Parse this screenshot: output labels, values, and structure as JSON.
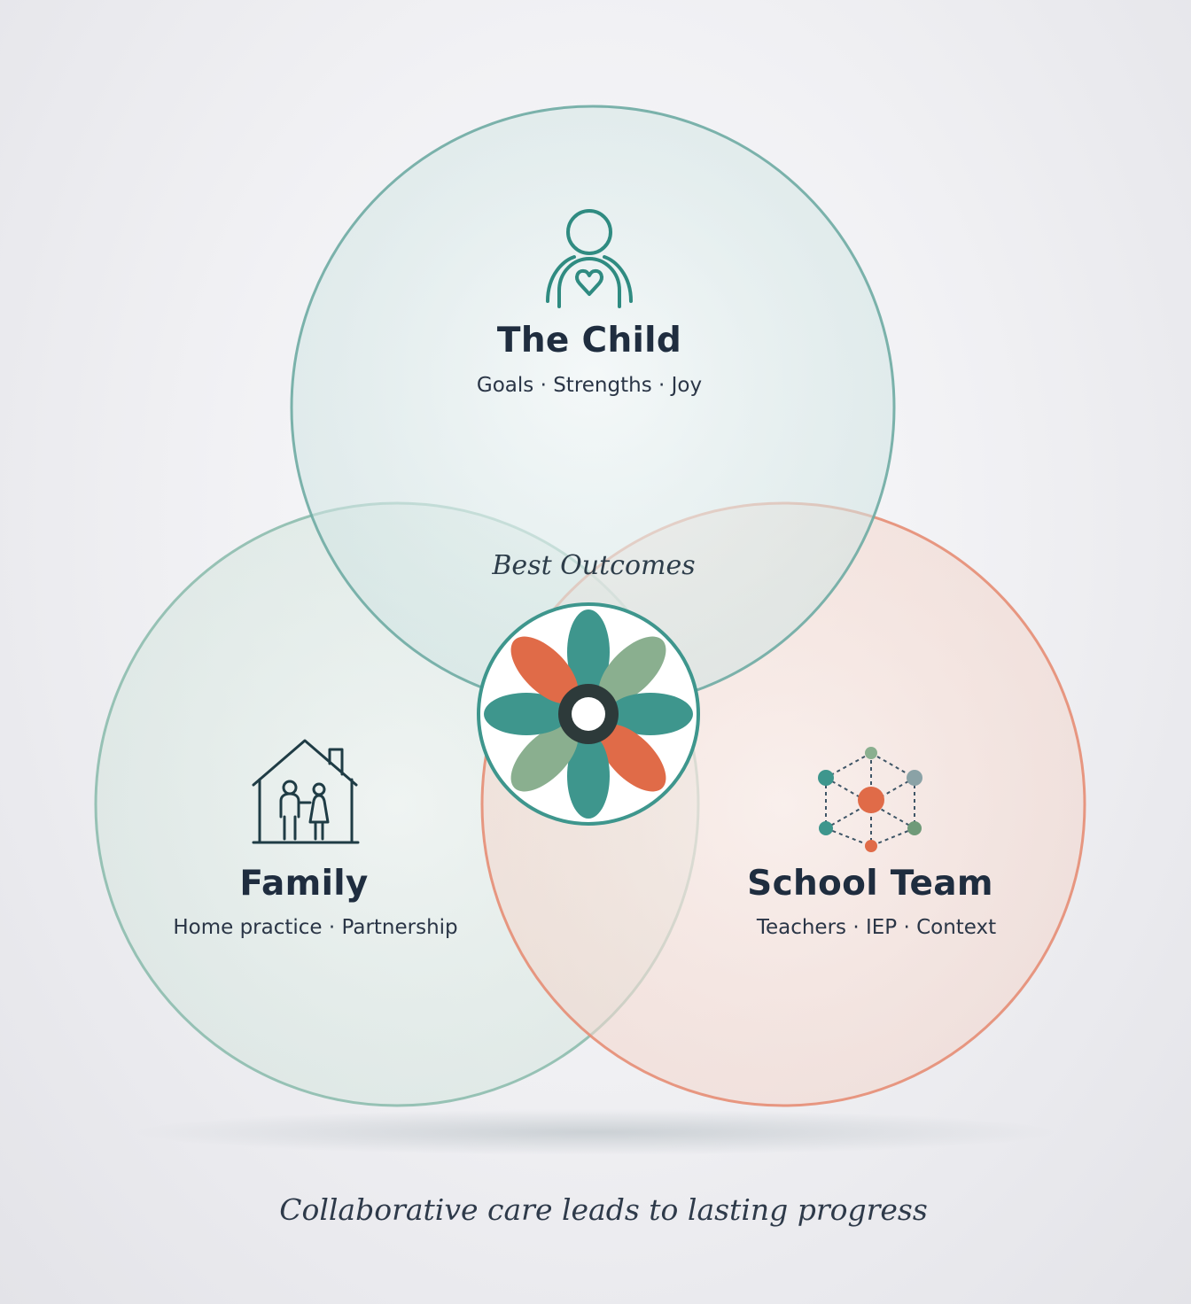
{
  "circles": {
    "child": {
      "title": "The Child",
      "subtitle": "Goals · Strengths · Joy",
      "icon": "child-heart-icon",
      "color": "#5fa39b"
    },
    "family": {
      "title": "Family",
      "subtitle": "Home practice · Partnership",
      "icon": "house-family-icon",
      "color": "#7fb2a0"
    },
    "school": {
      "title": "School Team",
      "subtitle": "Teachers · IEP · Context",
      "icon": "network-icon",
      "color": "#e0836a"
    }
  },
  "center": {
    "label": "Best Outcomes",
    "icon": "flower-emblem-icon"
  },
  "caption": "Collaborative care leads to lasting progress",
  "colors": {
    "teal": "#3e968d",
    "coral": "#e06b48",
    "sage": "#8aaf8f",
    "dark": "#2d3a3a",
    "text": "#1f2d3f"
  }
}
